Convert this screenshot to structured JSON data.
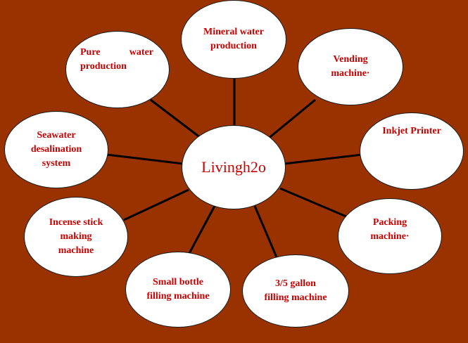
{
  "center": {
    "label": "Livingh2o"
  },
  "nodes": [
    {
      "id": "mineral",
      "label": "Mineral water\nproduction"
    },
    {
      "id": "vending",
      "label": "Vending\nmachine·"
    },
    {
      "id": "inkjet",
      "label": "Inkjet Printer"
    },
    {
      "id": "packing",
      "label": "Packing\nmachine·"
    },
    {
      "id": "gallon",
      "label": "3/5 gallon\nfilling machine"
    },
    {
      "id": "small-bottle",
      "label": "Small bottle\nfilling machine"
    },
    {
      "id": "incense",
      "label": "Incense stick\nmaking\nmachine"
    },
    {
      "id": "seawater",
      "label": "Seawater\ndesalination\nsystem"
    },
    {
      "id": "pure",
      "label_line1_left": "Pure",
      "label_line1_right": "water",
      "label_line2": "production"
    }
  ],
  "colors": {
    "background": "#9a3200",
    "bubble_fill": "#ffffff",
    "text": "#cc0000",
    "connector": "#000000"
  }
}
